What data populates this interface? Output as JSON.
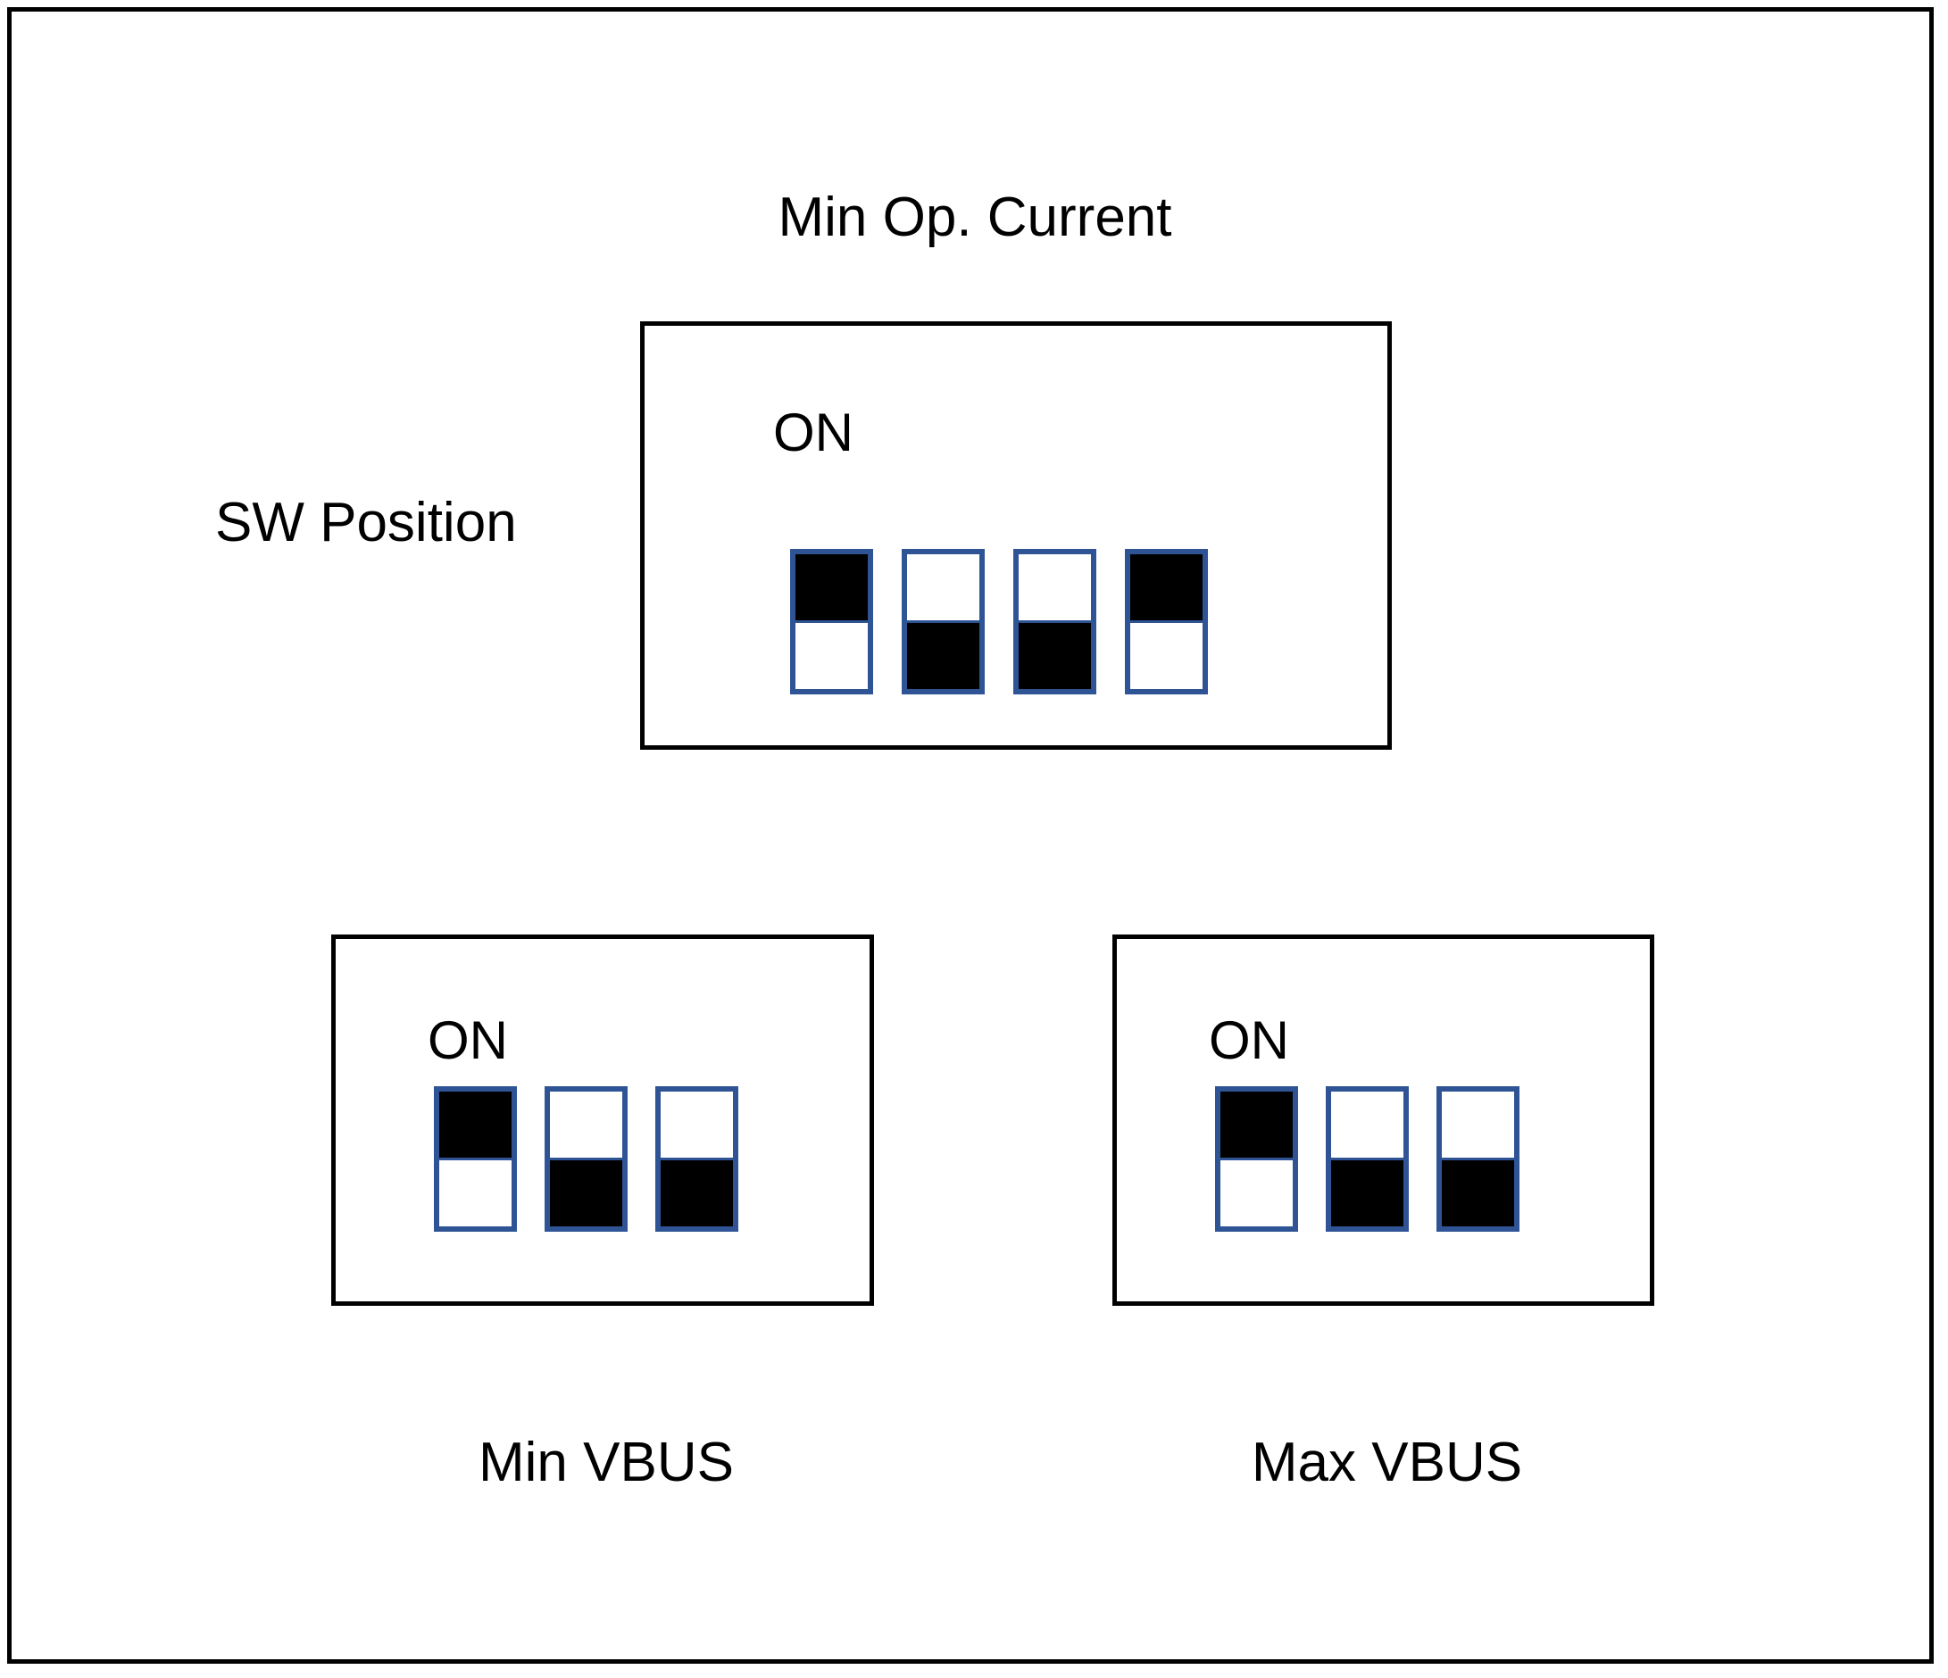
{
  "diagram": {
    "title": "Min Op. Current",
    "row_label": "SW Position",
    "on_label": "ON",
    "switch_border_color": "#2F5496",
    "switch_fill_color": "#000000",
    "frame_color": "#000000",
    "background_color": "#FFFFFF",
    "banks": [
      {
        "id": "min-op-current",
        "caption_above": "Min Op. Current",
        "caption_below": "",
        "on_label": "ON",
        "switch_count": 4,
        "positions": [
          "ON",
          "OFF",
          "OFF",
          "ON"
        ]
      },
      {
        "id": "min-vbus",
        "caption_above": "",
        "caption_below": "Min VBUS",
        "on_label": "ON",
        "switch_count": 3,
        "positions": [
          "ON",
          "OFF",
          "OFF"
        ]
      },
      {
        "id": "max-vbus",
        "caption_above": "",
        "caption_below": "Max VBUS",
        "on_label": "ON",
        "switch_count": 3,
        "positions": [
          "ON",
          "OFF",
          "OFF"
        ]
      }
    ]
  }
}
